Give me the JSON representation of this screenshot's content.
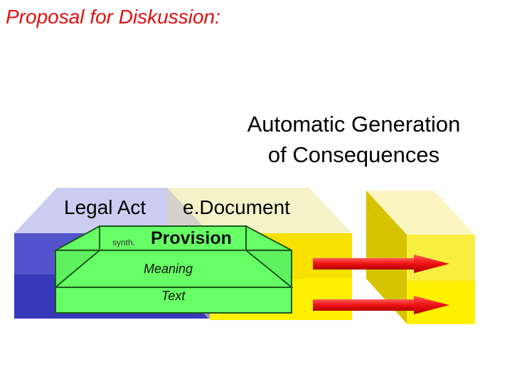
{
  "title": "Proposal for Diskussion:",
  "subtitle": {
    "line1": "Automatic Generation",
    "line2": "of Consequences"
  },
  "labels": {
    "legal_act": "Legal Act",
    "edocument": "e.Document",
    "synth": "synth.",
    "provision": "Provision",
    "meaning": "Meaning",
    "text": "Text"
  },
  "colors": {
    "title": "#e01010",
    "legal_act_block": "#4040cc",
    "edocument_block": "#f8e000",
    "consequence_block": "#f8e800",
    "provision_layers": "#66ff66",
    "arrow": "#ee1111"
  }
}
